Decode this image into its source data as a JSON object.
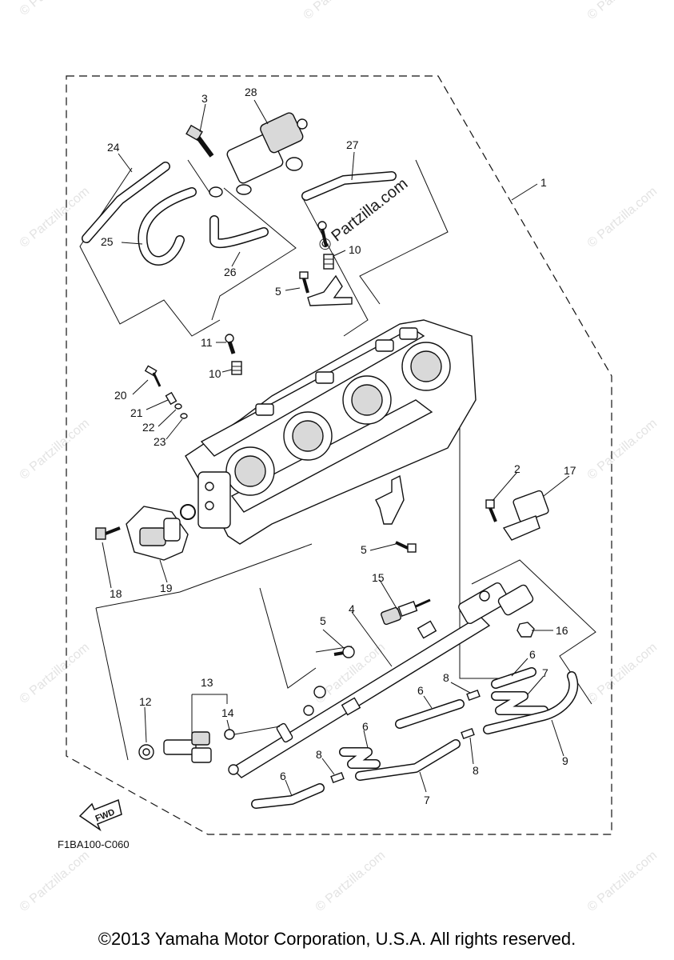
{
  "diagram": {
    "callouts": [
      "1",
      "2",
      "3",
      "4",
      "5",
      "5",
      "5",
      "6",
      "6",
      "6",
      "6",
      "7",
      "7",
      "8",
      "8",
      "8",
      "9",
      "10",
      "10",
      "11",
      "12",
      "13",
      "14",
      "15",
      "16",
      "17",
      "18",
      "19",
      "20",
      "21",
      "22",
      "23",
      "24",
      "25",
      "26",
      "27",
      "28"
    ],
    "figure_code": "F1BA100-C060",
    "fwd_label": "FWD",
    "inline_watermark": "© Partzilla.com",
    "watermark_repeat": "© Partzilla.com"
  },
  "footer": {
    "copyright": "©2013 Yamaha Motor Corporation, U.S.A. All rights reserved."
  }
}
